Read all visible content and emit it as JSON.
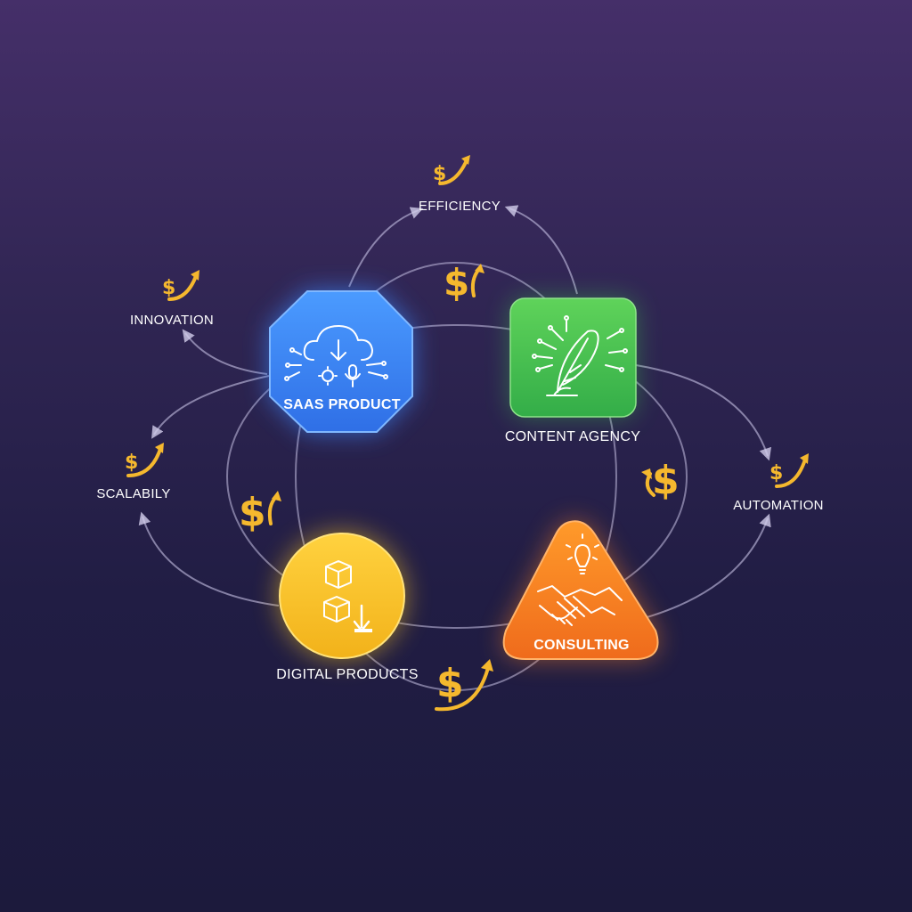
{
  "nodes": {
    "saas": {
      "label": "SAAS PRODUCT",
      "icon": "cloud-download-icon",
      "color": "#3b82f6"
    },
    "content": {
      "label": "CONTENT AGENCY",
      "icon": "quill-circuit-icon",
      "color": "#3fbf4d"
    },
    "digital": {
      "label": "DIGITAL PRODUCTS",
      "icon": "box-download-icon",
      "color": "#f6c11e"
    },
    "consulting": {
      "label": "CONSULTING",
      "icon": "handshake-icon",
      "color": "#f27d20"
    }
  },
  "outcomes": {
    "efficiency": "EFFICIENCY",
    "innovation": "INNOVATION",
    "scalability": "SCALABILY",
    "automation": "AUTOMATION"
  },
  "symbols": {
    "dollar": "$"
  },
  "colors": {
    "accent": "#f5b82e",
    "bg_top": "#452f69",
    "bg_bottom": "#1c1a3c"
  }
}
